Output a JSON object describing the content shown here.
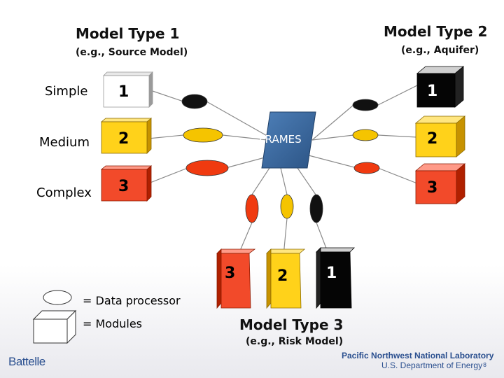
{
  "model1": {
    "title": "Model Type 1",
    "subtitle": "(e.g., Source Model)"
  },
  "model2": {
    "title": "Model Type 2",
    "subtitle": "(e.g., Aquifer)"
  },
  "model3": {
    "title": "Model Type 3",
    "subtitle": "(e.g., Risk Model)"
  },
  "rows": {
    "simple": "Simple",
    "medium": "Medium",
    "complex": "Complex"
  },
  "modules": {
    "m1": {
      "simple": "1",
      "medium": "2",
      "complex": "3"
    },
    "m2": {
      "simple": "1",
      "medium": "2",
      "complex": "3"
    },
    "m3": {
      "complex": "3",
      "medium": "2",
      "simple": "1"
    }
  },
  "hub": {
    "label": "FRAMES"
  },
  "legend": {
    "processor": "= Data processor",
    "modules": "= Modules"
  },
  "footer": {
    "left_logo": "Battelle",
    "lab_name": "Pacific Northwest National Laboratory",
    "department": "U.S. Department of Energy",
    "page_number": "8"
  },
  "colors": {
    "simple": "#111111",
    "medium": "#f5c400",
    "complex": "#f03a10",
    "hub": "#3a6aa0",
    "lines": "#8a8a8a"
  }
}
